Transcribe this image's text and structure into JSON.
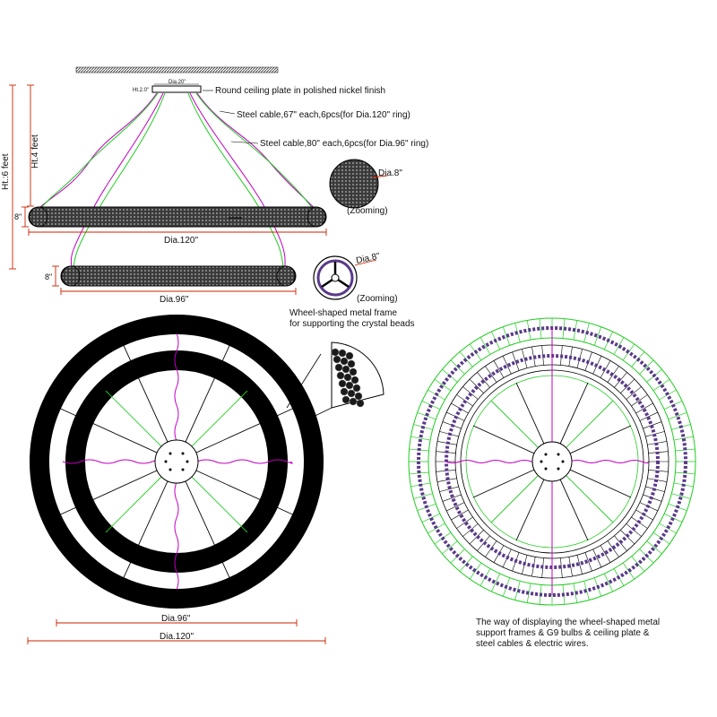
{
  "side_view": {
    "ceiling_plate_dia": "Dia.20\"",
    "ceiling_plate_height": "Ht.2.0\"",
    "ceiling_plate_note": "Round ceiling plate in polished nickel finish",
    "cable_note_120": "Steel cable,67\" each,6pcs(for Dia.120\" ring)",
    "cable_note_96": "Steel cable,80\" each,6pcs(for Dia.96\" ring)",
    "height_4ft": "Ht.4 feet",
    "height_6ft": "Ht.:6 feet",
    "ring_thickness_120": "8\"",
    "ring_thickness_96": "8\"",
    "ring_dia_120": "Dia.120\"",
    "ring_dia_96": "Dia.96\"",
    "zoom_dia_top": "Dia.8\"",
    "zoom_label_top": "(Zooming)",
    "zoom_dia_bottom": "Dia.8\"",
    "zoom_label_bottom": "(Zooming)"
  },
  "plan_view": {
    "frame_note_line1": "Wheel-shaped metal frame",
    "frame_note_line2": "for supporting the crystal beads",
    "dim_96": "Dia.96\"",
    "dim_120": "Dia.120\""
  },
  "wiring_view": {
    "caption_line1": "The way of displaying the wheel-shaped metal",
    "caption_line2": "support frames & G9 bulbs & ceiling plate &",
    "caption_line3": "steel cables & electric wires."
  },
  "colors": {
    "ring_fill": "#000000",
    "cable_magenta": "#c000c0",
    "cable_green": "#22cc22",
    "dimension_red": "#cc2200",
    "frame_purple": "#5a3a8a"
  }
}
